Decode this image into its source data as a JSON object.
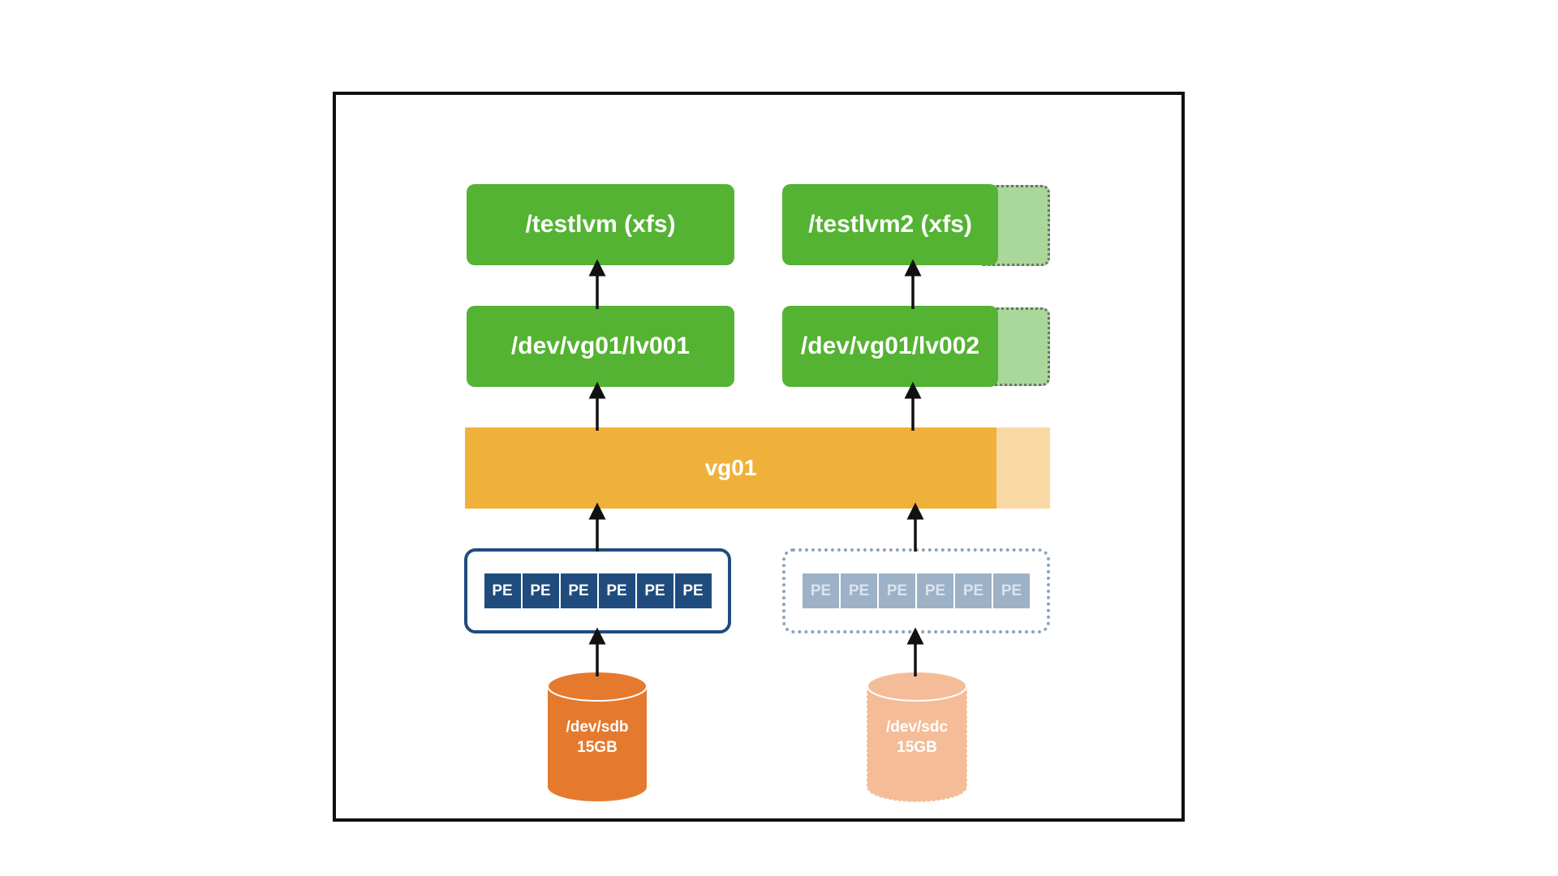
{
  "filesystems": [
    {
      "label": "/testlvm (xfs)"
    },
    {
      "label": "/testlvm2 (xfs)"
    }
  ],
  "logical_volumes": [
    {
      "label": "/dev/vg01/lv001"
    },
    {
      "label": "/dev/vg01/lv002"
    }
  ],
  "volume_group": {
    "label": "vg01"
  },
  "physical_volumes": [
    {
      "pe_labels": [
        "PE",
        "PE",
        "PE",
        "PE",
        "PE",
        "PE"
      ]
    },
    {
      "pe_labels": [
        "PE",
        "PE",
        "PE",
        "PE",
        "PE",
        "PE"
      ]
    }
  ],
  "disks": [
    {
      "device": "/dev/sdb",
      "size": "15GB"
    },
    {
      "device": "/dev/sdc",
      "size": "15GB"
    }
  ],
  "colors": {
    "green": "#54b332",
    "green_extension": "#a9d89a",
    "orange": "#f0b13b",
    "orange_extension": "#f8d9a4",
    "pe_dark": "#1f4c7d",
    "pe_light": "#9db1c7",
    "disk_solid": "#e57a2e",
    "disk_faded": "#f4bd98"
  }
}
